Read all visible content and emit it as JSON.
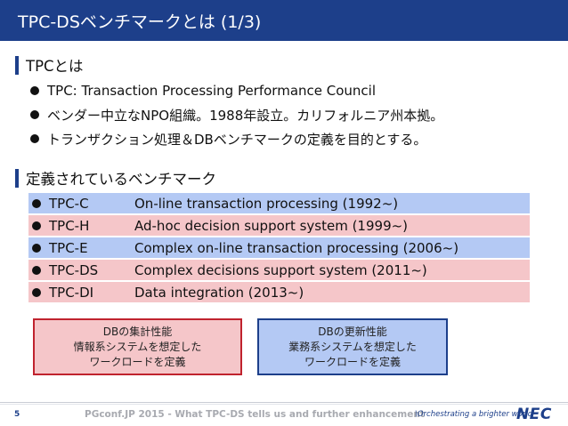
{
  "title": "TPC-DSベンチマークとは (1/3)",
  "section1": {
    "heading": "TPCとは",
    "bullets": [
      "TPC: Transaction Processing Performance Council",
      "ベンダー中立なNPO組織。1988年設立。カリフォルニア州本拠。",
      "トランザクション処理＆DBベンチマークの定義を目的とする。"
    ]
  },
  "section2": {
    "heading": "定義されているベンチマーク",
    "rows": [
      {
        "code": "TPC-C",
        "desc": "On-line transaction processing (1992~)"
      },
      {
        "code": "TPC-H",
        "desc": "Ad-hoc decision support system (1999~)"
      },
      {
        "code": "TPC-E",
        "desc": "Complex on-line transaction processing (2006~)"
      },
      {
        "code": "TPC-DS",
        "desc": "Complex decisions support system (2011~)"
      },
      {
        "code": "TPC-DI",
        "desc": "Data integration (2013~)"
      }
    ]
  },
  "boxes": [
    {
      "lines": [
        "DBの集計性能",
        "情報系システムを想定した",
        "ワークロードを定義"
      ]
    },
    {
      "lines": [
        "DBの更新性能",
        "業務系システムを想定した",
        "ワークロードを定義"
      ]
    }
  ],
  "footer": {
    "page": "5",
    "text": "PGconf.JP 2015 - What TPC-DS tells us and further enhancement",
    "slogan": "\\Orchestrating a brighter world",
    "logo": "NEC"
  },
  "colors": {
    "brand_blue": "#1d3f8a",
    "row_blue": "#b4c9f4",
    "row_pink": "#f5c6c9",
    "box_red_border": "#c0232e"
  }
}
